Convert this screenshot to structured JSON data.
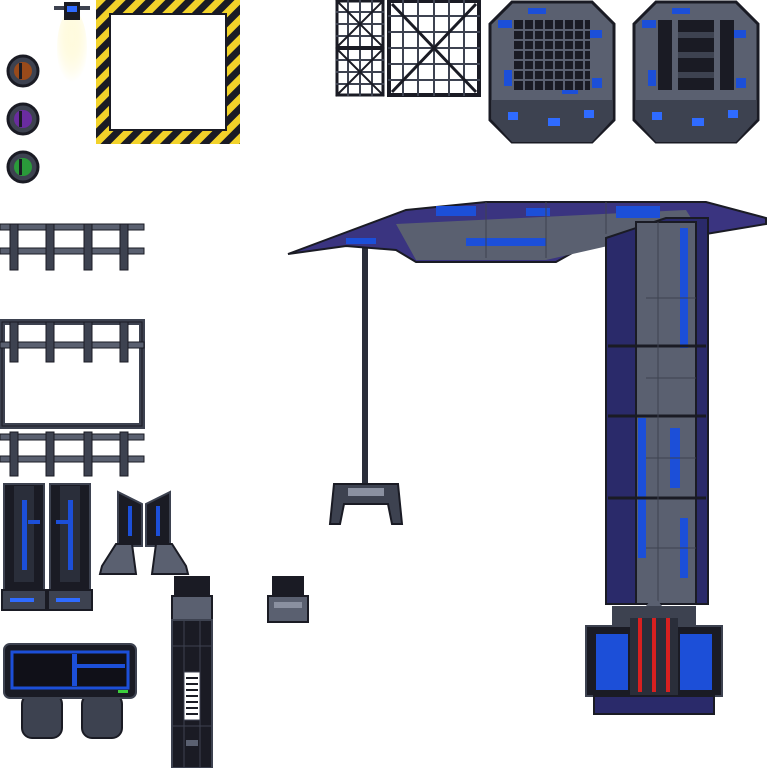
{
  "sheet": {
    "background": "#ffffff",
    "palette": {
      "dark": "#1a1b24",
      "steel": "#3d4250",
      "plate": "#5a6070",
      "light_plate": "#8a90a0",
      "blue": "#1c4fd8",
      "bright_blue": "#2f6bff",
      "navy": "#2a2a6a",
      "purple": "#3a3480",
      "hazard_yellow": "#f2d22a",
      "lamp_glow": "#fff4b0",
      "alert_red": "#d82020",
      "indicator_green": "#3ccf3c"
    }
  },
  "sprites": [
    {
      "name": "ceiling-lamp-icon",
      "kind": "lamp"
    },
    {
      "name": "hazard-frame-icon",
      "kind": "hazard-frame"
    },
    {
      "name": "orb-rust-icon",
      "kind": "orb",
      "accent": "#9a4a1a"
    },
    {
      "name": "orb-violet-icon",
      "kind": "orb",
      "accent": "#6a2ca0"
    },
    {
      "name": "orb-green-icon",
      "kind": "orb",
      "accent": "#2a9a3a"
    },
    {
      "name": "mesh-grate-small-icon",
      "kind": "mesh-grate"
    },
    {
      "name": "mesh-grate-crossed-icon",
      "kind": "mesh-grate-crossed"
    },
    {
      "name": "floor-hatch-grid-icon",
      "kind": "hatch-grid"
    },
    {
      "name": "floor-hatch-ladder-icon",
      "kind": "hatch-ladder"
    },
    {
      "name": "railing-short-icon",
      "kind": "railing"
    },
    {
      "name": "railing-cage-icon",
      "kind": "railing-cage"
    },
    {
      "name": "boots-tall-icon",
      "kind": "boots"
    },
    {
      "name": "boots-short-icon",
      "kind": "boots-short"
    },
    {
      "name": "console-desk-icon",
      "kind": "console"
    },
    {
      "name": "piston-column-icon",
      "kind": "piston"
    },
    {
      "name": "piston-cap-icon",
      "kind": "piston-cap"
    },
    {
      "name": "hanging-claw-icon",
      "kind": "claw"
    },
    {
      "name": "crane-tower-icon",
      "kind": "crane"
    }
  ]
}
